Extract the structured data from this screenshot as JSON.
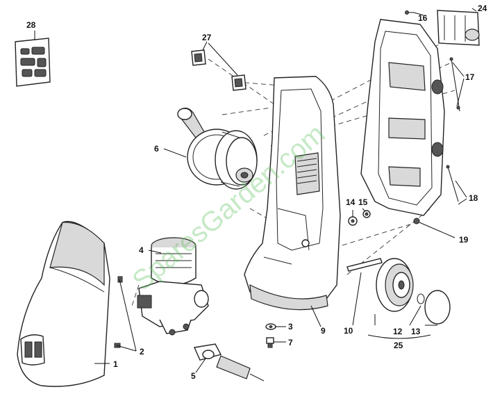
{
  "watermark": "SparesGarden.com",
  "callouts": {
    "c1": "1",
    "c2": "2",
    "c3": "3",
    "c4": "4",
    "c5": "5",
    "c6": "6",
    "c7": "7",
    "c9": "9",
    "c10": "10",
    "c12": "12",
    "c13": "13",
    "c14": "14",
    "c15": "15",
    "c16": "16",
    "c17": "17",
    "c18": "18",
    "c19": "19",
    "c24": "24",
    "c25": "25",
    "c27": "27",
    "c28": "28"
  }
}
